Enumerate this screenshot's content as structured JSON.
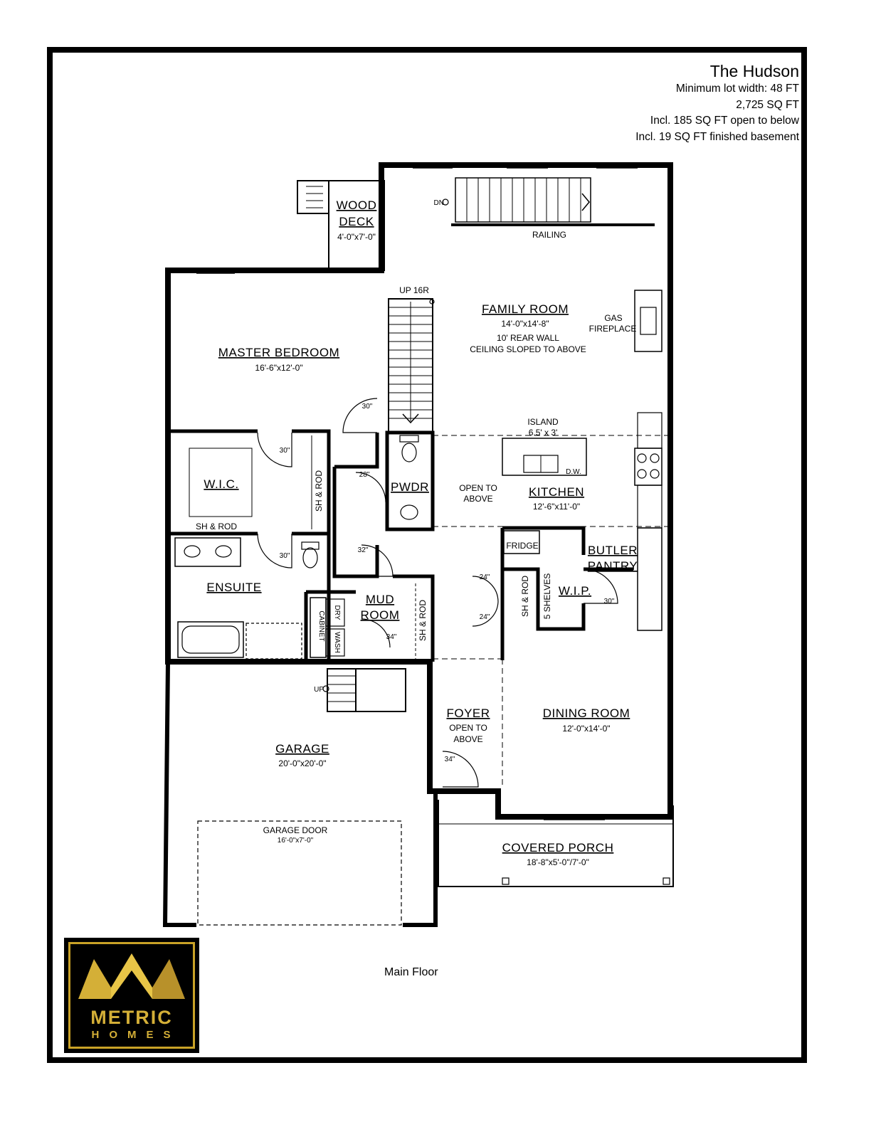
{
  "header": {
    "title": "The Hudson",
    "lot_width": "Minimum lot width: 48 FT",
    "area": "2,725 SQ FT",
    "open_below": "Incl. 185 SQ FT open to below",
    "basement": "Incl. 19 SQ FT finished basement"
  },
  "caption": "Main Floor",
  "logo": {
    "word1": "METRIC",
    "word2": "HOMES",
    "accent_color": "#d4af37"
  },
  "rooms": {
    "wood_deck": {
      "name_1": "WOOD",
      "name_2": "DECK",
      "size": "4'-0\"x7'-0\""
    },
    "family_room": {
      "name": "FAMILY ROOM",
      "size": "14'-0\"x14'-8\"",
      "note_1": "10' REAR WALL",
      "note_2": "CEILING SLOPED TO ABOVE"
    },
    "master_bedroom": {
      "name": "MASTER BEDROOM",
      "size": "16'-6\"x12'-0\""
    },
    "wic": {
      "name": "W.I.C.",
      "shelf": "SH & ROD",
      "shelf_side": "SH & ROD"
    },
    "pwdr": {
      "name": "PWDR"
    },
    "kitchen": {
      "name": "KITCHEN",
      "size": "12'-6\"x11'-0\"",
      "open": "OPEN TO",
      "above": "ABOVE"
    },
    "island": {
      "label": "ISLAND",
      "size": "6.5' x 3'",
      "dw": "D.W."
    },
    "butler_pantry": {
      "name_1": "BUTLER",
      "name_2": "PANTRY"
    },
    "wip": {
      "name": "W.I.P.",
      "shelves": "5 SHELVES",
      "rod": "SH & ROD"
    },
    "ensuite": {
      "name": "ENSUITE"
    },
    "mud_room": {
      "name_1": "MUD",
      "name_2": "ROOM",
      "cabinet": "CABINET",
      "dry": "DRY",
      "wash": "WASH",
      "rod": "SH & ROD"
    },
    "foyer": {
      "name": "FOYER",
      "open": "OPEN TO",
      "above": "ABOVE"
    },
    "dining_room": {
      "name": "DINING ROOM",
      "size": "12'-0\"x14'-0\""
    },
    "garage": {
      "name": "GARAGE",
      "size": "20'-0\"x20'-0\"",
      "door": "GARAGE DOOR",
      "door_size": "16'-0\"x7'-0\""
    },
    "covered_porch": {
      "name": "COVERED PORCH",
      "size": "18'-8\"x5'-0\"/7'-0\""
    }
  },
  "fixtures": {
    "dn": "DN",
    "railing": "RAILING",
    "up_16r": "UP 16R",
    "gas": "GAS",
    "fireplace": "FIREPLACE",
    "fridge": "FRIDGE",
    "up": "UP"
  },
  "doors": {
    "d30a": "30\"",
    "d30b": "30\"",
    "d30c": "30\"",
    "d28": "28\"",
    "d32": "32\"",
    "d34a": "34\"",
    "d34b": "34\"",
    "d24a": "24\"",
    "d24b": "24\"",
    "d30d": "30\""
  }
}
